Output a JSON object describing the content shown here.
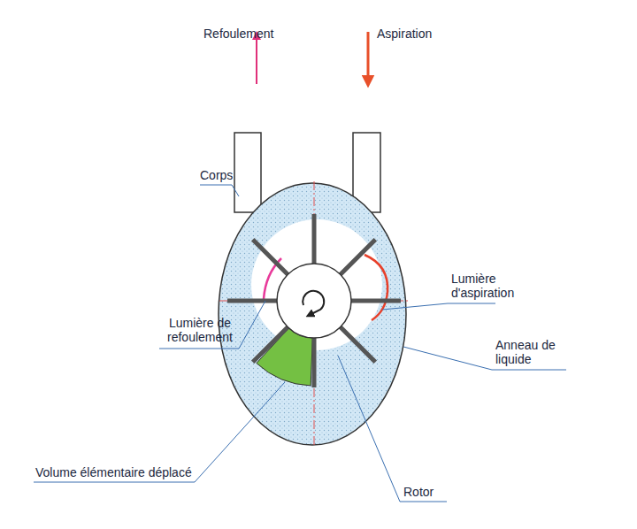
{
  "diagram": {
    "labels": [
      "Refoulement",
      "Aspiration",
      "Corps",
      "Lumière d'aspiration",
      "Lumière de refoulement",
      "Anneau de liquide",
      "Volume élémentaire déplacé",
      "Rotor"
    ]
  }
}
